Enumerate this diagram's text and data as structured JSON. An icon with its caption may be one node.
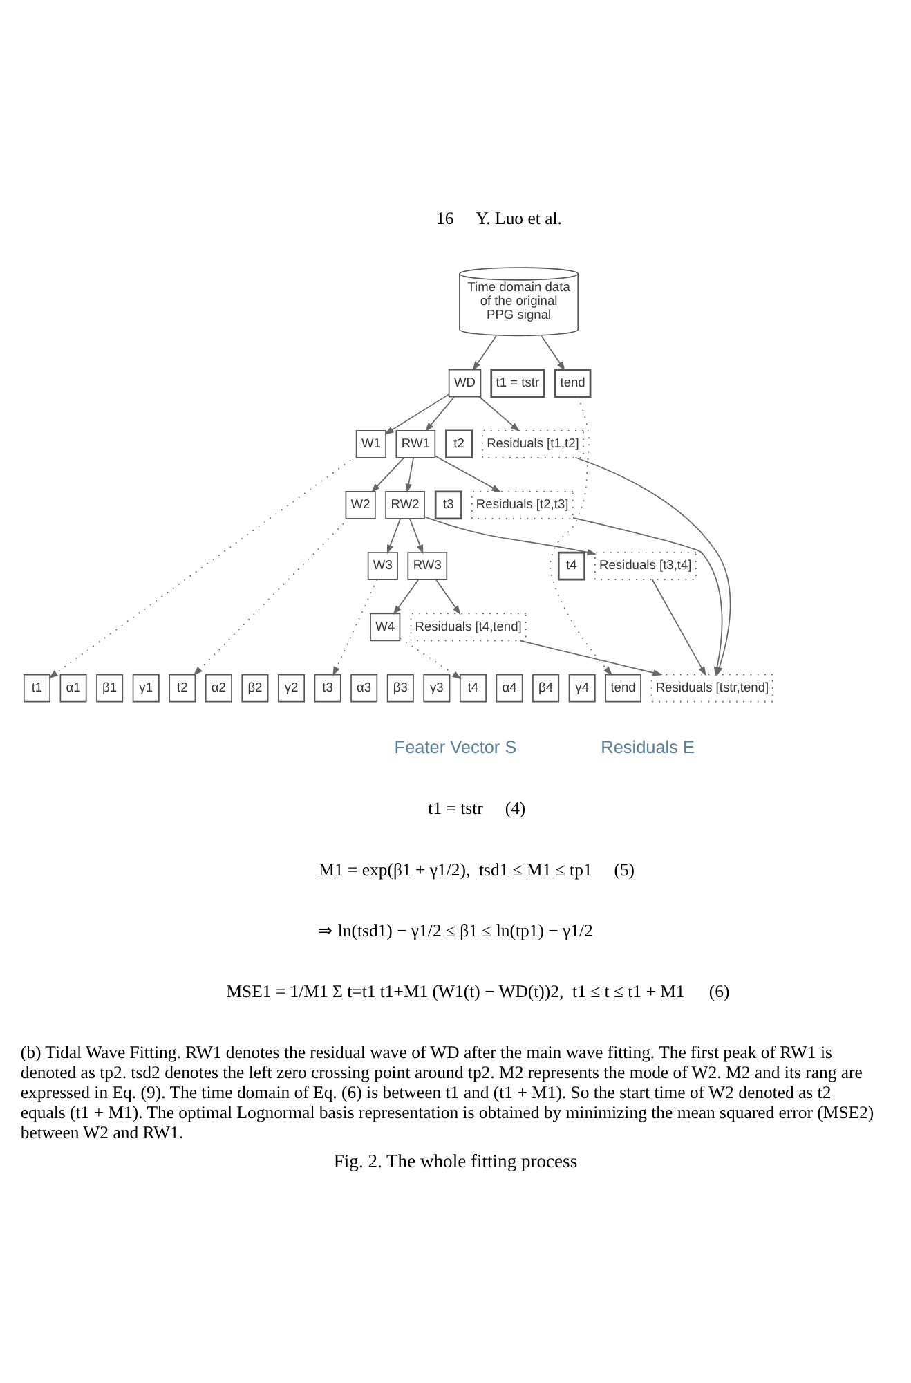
{
  "diagram": {
    "caption": "Fig. 2. The whole fitting process",
    "nodes": [
      {
        "text": [
          "Time domain data of the original PPG signal"
        ]
      },
      {
        "text": [
          "WD"
        ]
      },
      {
        "text": [
          "t1 = tstr"
        ]
      },
      {
        "text": [
          "tend"
        ]
      },
      {
        "text": [
          "W1"
        ]
      },
      {
        "text": [
          "RW1"
        ]
      },
      {
        "text": [
          "t2"
        ]
      },
      {
        "text": [
          "Residuals [t1,t2]"
        ]
      },
      {
        "text": [
          "W2"
        ]
      },
      {
        "text": [
          "RW2"
        ]
      },
      {
        "text": [
          "t3"
        ]
      },
      {
        "text": [
          "Residuals [t2,t3]"
        ]
      },
      {
        "text": [
          "W3"
        ]
      },
      {
        "text": [
          "RW3"
        ]
      },
      {
        "text": [
          "t4"
        ]
      },
      {
        "text": [
          "Residuals [t3,t4]"
        ]
      },
      {
        "text": [
          "W4"
        ]
      },
      {
        "text": [
          "Residuals [t4,tend]"
        ]
      },
      {
        "text": [
          "t1"
        ]
      },
      {
        "text": [
          "α1"
        ]
      },
      {
        "text": [
          "β1"
        ]
      },
      {
        "text": [
          "γ1"
        ]
      },
      {
        "text": [
          "t2"
        ]
      },
      {
        "text": [
          "α2"
        ]
      },
      {
        "text": [
          "β2"
        ]
      },
      {
        "text": [
          "γ2"
        ]
      },
      {
        "text": [
          "t3"
        ]
      },
      {
        "text": [
          "α3"
        ]
      },
      {
        "text": [
          "β3"
        ]
      },
      {
        "text": [
          "γ3"
        ]
      },
      {
        "text": [
          "t4"
        ]
      },
      {
        "text": [
          "α4"
        ]
      },
      {
        "text": [
          "β4"
        ]
      },
      {
        "text": [
          "γ4"
        ]
      },
      {
        "text": [
          "tend"
        ]
      },
      {
        "text": [
          "Residuals [tstr,tend]"
        ]
      }
    ],
    "edges": [
      {
        "from": 0,
        "to": 1,
        "arrow": "to"
      },
      {
        "from": 0,
        "to": 3,
        "arrow": "to"
      },
      {
        "from": 1,
        "to": 4,
        "arrow": "to"
      },
      {
        "from": 1,
        "to": 5,
        "arrow": "to"
      },
      {
        "from": 1,
        "to": 7,
        "arrow": "to"
      },
      {
        "from": 5,
        "to": 8,
        "arrow": "to"
      },
      {
        "from": 5,
        "to": 9,
        "arrow": "to"
      },
      {
        "from": 5,
        "to": 11,
        "arrow": "to"
      },
      {
        "from": 9,
        "to": 12,
        "arrow": "to"
      },
      {
        "from": 9,
        "to": 13,
        "arrow": "to"
      },
      {
        "from": 9,
        "to": 15,
        "arrow": "to"
      },
      {
        "from": 13,
        "to": 16,
        "arrow": "to"
      },
      {
        "from": 13,
        "to": 17,
        "arrow": "to"
      },
      {
        "from": 4,
        "to": 18,
        "arrow": "to",
        "style": "dashed"
      },
      {
        "from": 8,
        "to": 22,
        "arrow": "to",
        "style": "dashed"
      },
      {
        "from": 12,
        "to": 26,
        "arrow": "to",
        "style": "dashed"
      },
      {
        "from": 16,
        "to": 30,
        "arrow": "to",
        "style": "dashed"
      },
      {
        "from": 3,
        "to": 34,
        "arrow": "to",
        "style": "dashed"
      },
      {
        "from": 7,
        "to": 35,
        "arrow": "to"
      },
      {
        "from": 11,
        "to": 35,
        "arrow": "to"
      },
      {
        "from": 15,
        "to": 35,
        "arrow": "to"
      },
      {
        "from": 17,
        "to": 35,
        "arrow": "to"
      }
    ],
    "labels": [
      "16",
      "Y. Luo et al.",
      "Feater Vector S",
      "Residuals E",
      "t1 = tstr",
      "(4)",
      "M1 = exp(β1 + γ1/2),  tsd1 ≤ M1 ≤ tp1",
      "⇒ ln(tsd1) − γ1/2 ≤ β1 ≤ ln(tp1) − γ1/2",
      "(5)",
      "MSE1 = 1/M1 Σ t=t1 t1+M1 (W1(t) − WD(t))2,  t1 ≤ t ≤ t1 + M1",
      "(6)",
      "(b) Tidal Wave Fitting. RW1 denotes the residual wave of WD after the main wave fitting. The first peak of RW1 is denoted as tp2. tsd2 denotes the left zero crossing point around tp2. M2 represents the mode of W2. M2 and its rang are expressed in Eq. (9). The time domain of Eq. (6) is between t1 and (t1 + M1). So the start time of W2 denoted as t2 equals (t1 + M1). The optimal Lognormal basis representation is obtained by minimizing the mean squared error (MSE2) between W2 and RW1."
    ]
  }
}
